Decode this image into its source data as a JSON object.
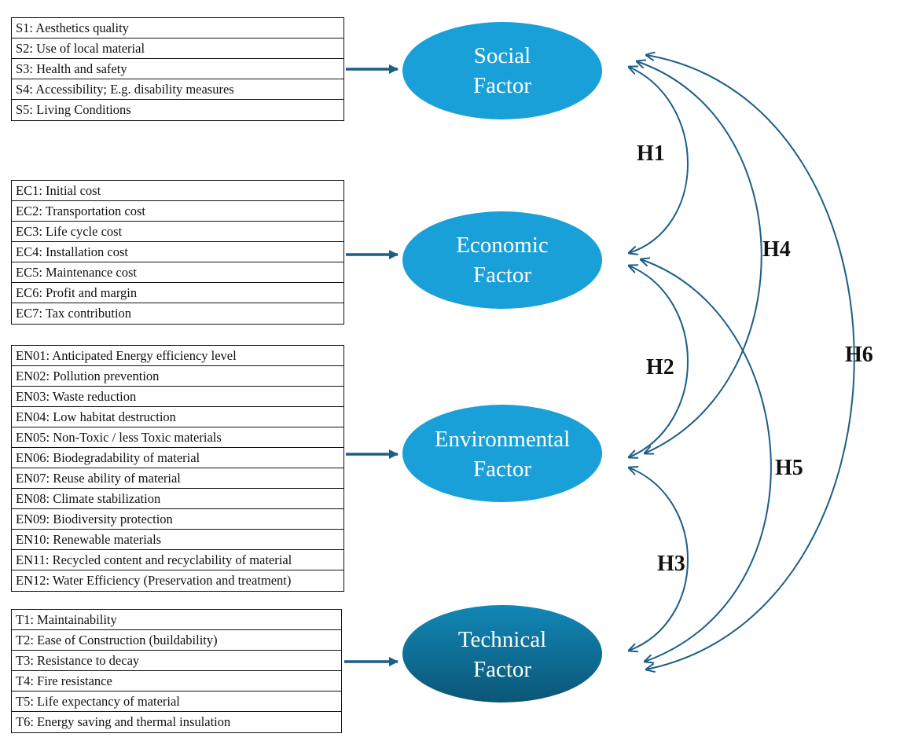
{
  "factors": {
    "social": {
      "line1": "Social",
      "line2": "Factor",
      "color": "#1aa0d8"
    },
    "economic": {
      "line1": "Economic",
      "line2": "Factor",
      "color": "#1aa0d8"
    },
    "environmental": {
      "line1": "Environmental",
      "line2": "Factor",
      "color": "#1aa0d8"
    },
    "technical": {
      "line1": "Technical",
      "line2": "Factor",
      "color": "#0d6f93"
    }
  },
  "indicators": {
    "social": [
      "S1: Aesthetics quality",
      "S2: Use of local material",
      "S3: Health and safety",
      "S4: Accessibility; E.g. disability measures",
      "S5: Living Conditions"
    ],
    "economic": [
      "EC1: Initial cost",
      "EC2: Transportation cost",
      "EC3: Life cycle cost",
      "EC4: Installation cost",
      "EC5: Maintenance cost",
      "EC6: Profit and margin",
      "EC7: Tax contribution"
    ],
    "environmental": [
      "EN01: Anticipated Energy efficiency level",
      "EN02: Pollution prevention",
      "EN03: Waste reduction",
      "EN04: Low habitat destruction",
      "EN05: Non-Toxic / less Toxic materials",
      "EN06: Biodegradability of material",
      "EN07: Reuse ability of material",
      "EN08: Climate stabilization",
      "EN09: Biodiversity protection",
      "EN10: Renewable materials",
      "EN11: Recycled content and recyclability of material",
      "EN12: Water Efficiency (Preservation and treatment)"
    ],
    "technical": [
      "T1: Maintainability",
      "T2: Ease of Construction (buildability)",
      "T3: Resistance to decay",
      "T4: Fire resistance",
      "T5: Life expectancy of material",
      "T6: Energy saving and thermal insulation"
    ]
  },
  "hypotheses": {
    "h1": "H1",
    "h2": "H2",
    "h3": "H3",
    "h4": "H4",
    "h5": "H5",
    "h6": "H6"
  },
  "colors": {
    "arrow": "#1c5f86",
    "border": "#111111"
  }
}
